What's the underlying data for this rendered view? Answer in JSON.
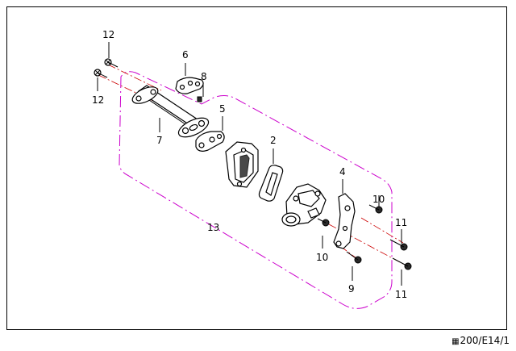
{
  "colors": {
    "outline": "#000000",
    "assembly_boundary": "#cc00cc",
    "background": "#ffffff"
  },
  "callouts": {
    "c12a": "12",
    "c12b": "12",
    "c6": "6",
    "c8": "8",
    "c5": "5",
    "c7": "7",
    "c2": "2",
    "c4": "4",
    "c10a": "10",
    "c10b": "10",
    "c11a": "11",
    "c11b": "11",
    "c13": "13",
    "c9": "9"
  },
  "reference_code": "200/E14/1"
}
